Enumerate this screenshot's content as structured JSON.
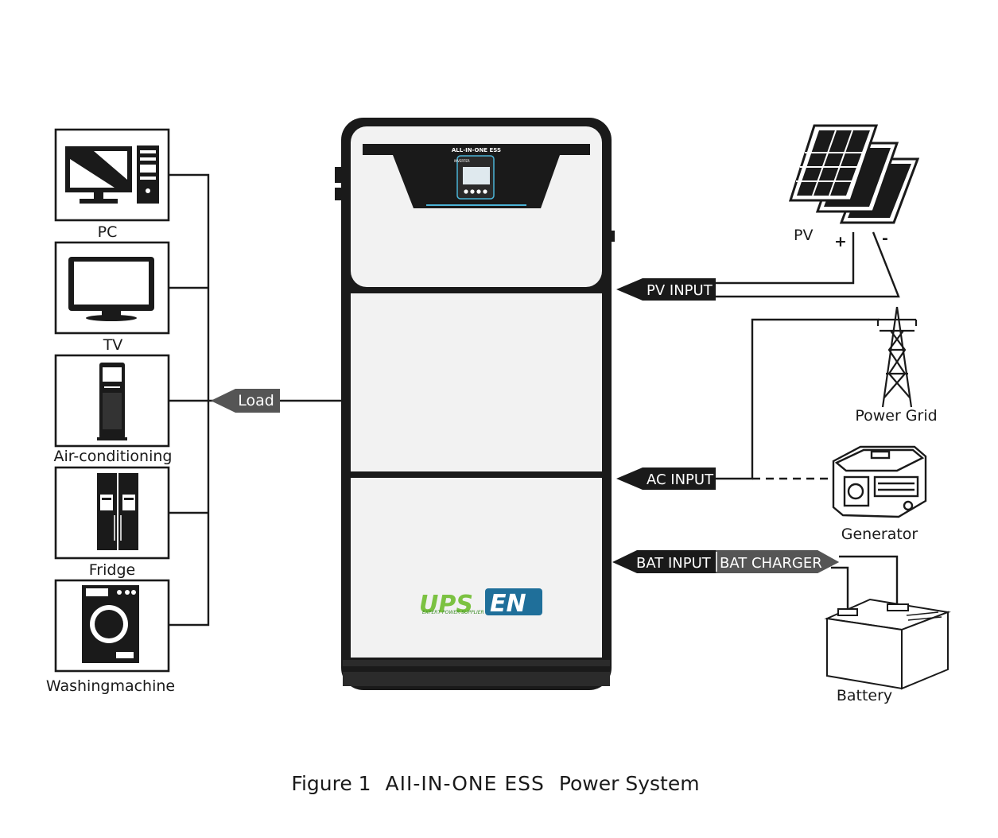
{
  "ess": {
    "panel_title": "ALL-IN-ONE ESS",
    "screen_label": "INVERTER",
    "brand": {
      "left": "UPS",
      "right": "EN",
      "tagline": "EXPERT POWER SUPPLIER"
    }
  },
  "loads": {
    "arrow_label": "Load",
    "items": [
      {
        "label": "PC"
      },
      {
        "label": "TV"
      },
      {
        "label": "Air-conditioning"
      },
      {
        "label": "Fridge"
      },
      {
        "label": "Washingmachine"
      }
    ]
  },
  "inputs": {
    "pv": "PV INPUT",
    "ac": "AC INPUT",
    "bat_input": "BAT INPUT",
    "bat_charger": "BAT CHARGER"
  },
  "sources": {
    "pv": {
      "label": "PV",
      "plus": "+",
      "minus": "-"
    },
    "grid": "Power Grid",
    "generator": "Generator",
    "battery": "Battery"
  },
  "caption": {
    "prefix": "Figure 1",
    "system": "AII-IN-ONE ESS",
    "suffix": "Power System"
  }
}
